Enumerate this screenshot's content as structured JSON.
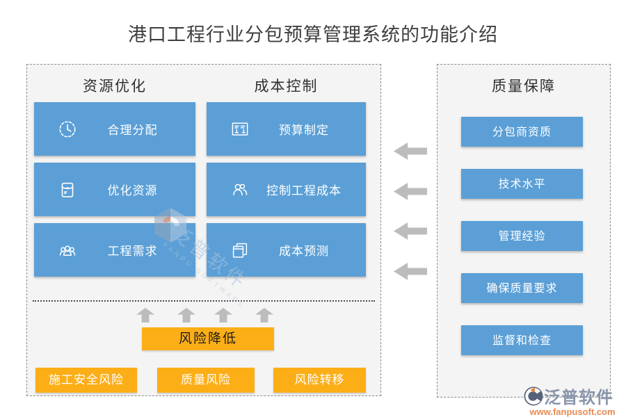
{
  "title": "港口工程行业分包预算管理系统的功能介绍",
  "colors": {
    "blue": "#5b9fd6",
    "orange": "#fcae17",
    "arrow_gray": "#bcbcbc"
  },
  "left_panel": {
    "columns": [
      {
        "header": "资源优化",
        "items": [
          {
            "label": "合理分配",
            "icon": "clock-icon"
          },
          {
            "label": "优化资源",
            "icon": "package-icon"
          },
          {
            "label": "工程需求",
            "icon": "user-group-icon"
          }
        ]
      },
      {
        "header": "成本控制",
        "items": [
          {
            "label": "预算制定",
            "icon": "budget-form-icon"
          },
          {
            "label": "控制工程成本",
            "icon": "two-users-icon"
          },
          {
            "label": "成本预测",
            "icon": "stacked-windows-icon"
          }
        ]
      }
    ],
    "risk_box": "风险降低",
    "risk_items": [
      "施工安全风险",
      "质量风险",
      "风险转移"
    ]
  },
  "right_panel": {
    "header": "质量保障",
    "items": [
      "分包商资质",
      "技术水平",
      "管理经验",
      "确保质量要求",
      "监督和检查"
    ]
  },
  "watermark": {
    "brand": "泛普软件",
    "brand_en": "FANPU SOFTWARE"
  },
  "footer": {
    "brand": "泛普软件",
    "url": "www.fanpusoft.com"
  }
}
